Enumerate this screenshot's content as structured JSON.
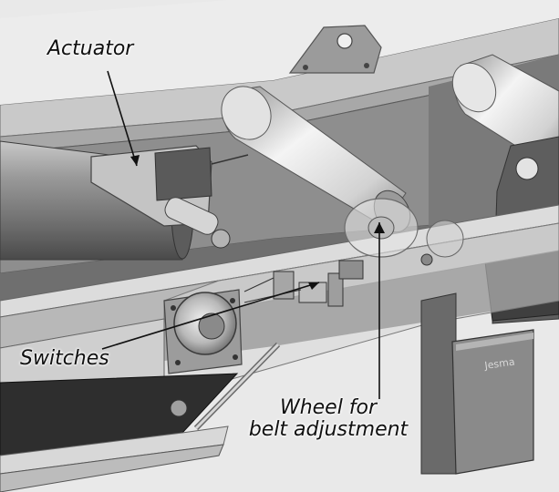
{
  "labels": {
    "actuator": "Actuator",
    "switches": "Switches",
    "wheel_line1": "Wheel for",
    "wheel_line2": "belt adjustment"
  },
  "brand_mark": "Jesma",
  "colors": {
    "frame_light": "#d6d6d6",
    "frame_mid": "#a9a9a9",
    "frame_dark": "#555555",
    "roller_highlight": "#f2f2f2",
    "roller_shadow": "#8c8c8c",
    "belt": "#2e2e2e",
    "arrow": "#111111"
  }
}
